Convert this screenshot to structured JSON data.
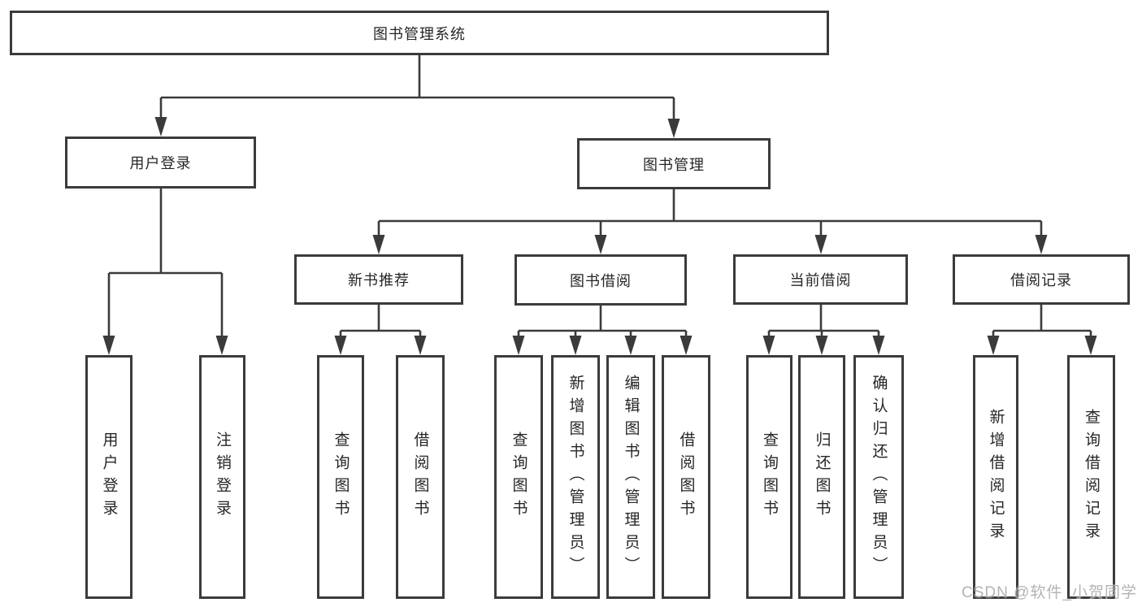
{
  "diagram": {
    "root": "图书管理系统",
    "watermark": "CSDN @软件_小贺同学",
    "branches": {
      "login": {
        "label": "用户登录",
        "children": [
          "用户登录",
          "注销登录"
        ]
      },
      "management": {
        "label": "图书管理",
        "sections": {
          "recommend": {
            "label": "新书推荐",
            "children": [
              "查询图书",
              "借阅图书"
            ]
          },
          "borrow": {
            "label": "图书借阅",
            "children": [
              "查询图书",
              "新增图书（管理员）",
              "编辑图书（管理员）",
              "借阅图书"
            ]
          },
          "current": {
            "label": "当前借阅",
            "children": [
              "查询图书",
              "归还图书",
              "确认归还（管理员）"
            ]
          },
          "records": {
            "label": "借阅记录",
            "children": [
              "新增借阅记录",
              "查询借阅记录"
            ]
          }
        }
      }
    },
    "colors": {
      "line": "#3b3b3b",
      "text": "#262626",
      "watermark": "#ababab",
      "background": "#ffffff"
    }
  }
}
